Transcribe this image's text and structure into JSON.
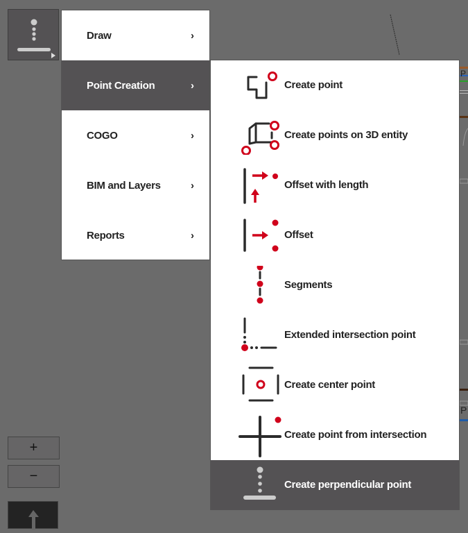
{
  "colors": {
    "background": "#6b6b6b",
    "menu_bg": "#ffffff",
    "active_bg": "#545254",
    "text": "#222222",
    "accent_red": "#d0021b",
    "icon_dark": "#2b2b2b"
  },
  "toolbar": {
    "active_tool_icon": "perpendicular-point-icon"
  },
  "main_menu": {
    "items": [
      {
        "label": "Draw",
        "chevron": "›",
        "active": false
      },
      {
        "label": "Point Creation",
        "chevron": "›",
        "active": true
      },
      {
        "label": "COGO",
        "chevron": "›",
        "active": false
      },
      {
        "label": "BIM and Layers",
        "chevron": "›",
        "active": false
      },
      {
        "label": "Reports",
        "chevron": "›",
        "active": false
      }
    ]
  },
  "submenu": {
    "title": "Point Creation",
    "items": [
      {
        "label": "Create point",
        "icon": "create-point-icon",
        "active": false
      },
      {
        "label": "Create points on 3D entity",
        "icon": "points-3d-entity-icon",
        "active": false
      },
      {
        "label": "Offset with length",
        "icon": "offset-with-length-icon",
        "active": false
      },
      {
        "label": "Offset",
        "icon": "offset-icon",
        "active": false
      },
      {
        "label": "Segments",
        "icon": "segments-icon",
        "active": false
      },
      {
        "label": "Extended intersection point",
        "icon": "extended-intersection-icon",
        "active": false
      },
      {
        "label": "Create center point",
        "icon": "center-point-icon",
        "active": false
      },
      {
        "label": "Create point from intersection",
        "icon": "intersection-point-icon",
        "active": false
      },
      {
        "label": "Create perpendicular point",
        "icon": "perpendicular-point-icon",
        "active": true
      }
    ]
  },
  "zoom_controls": {
    "zoom_in": "+",
    "zoom_out": "−"
  },
  "canvas": {
    "edge_label_1": "P",
    "edge_label_2": "P"
  }
}
